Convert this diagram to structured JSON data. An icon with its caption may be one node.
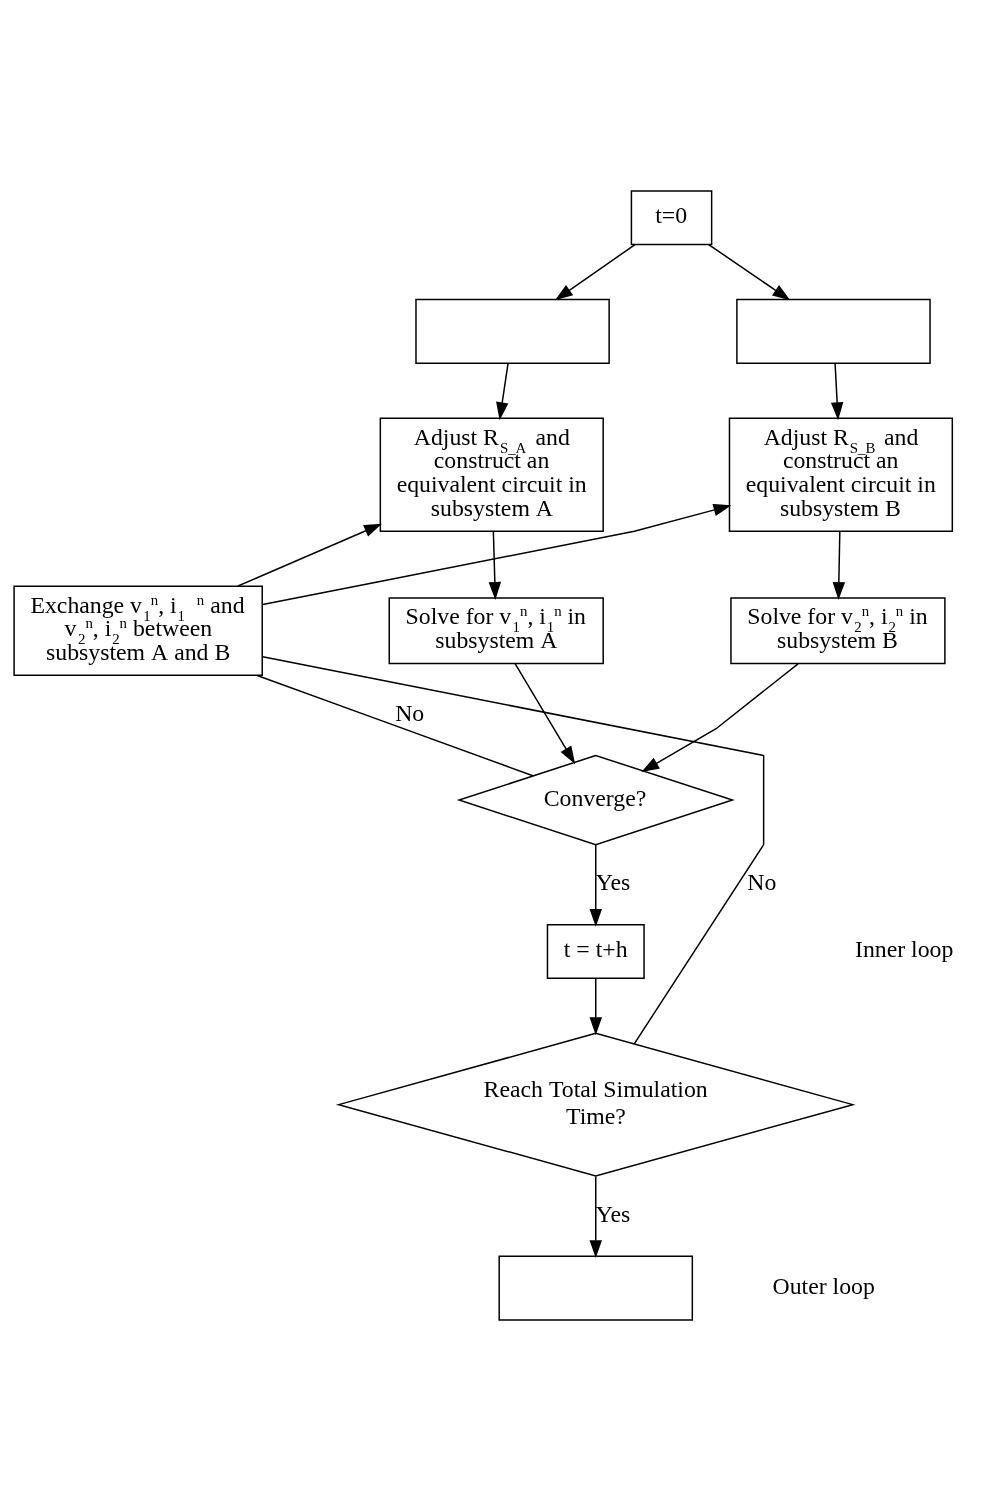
{
  "diagram": {
    "nodes": [
      {
        "text": [
          "t=0"
        ]
      },
      {
        "text": [],
        "shape": "box"
      },
      {
        "text": [],
        "shape": "box"
      },
      {
        "text": [
          "Adjust R$_{S_A}$ and construct an equivalent circuit in subsystem A"
        ]
      },
      {
        "text": [
          "Adjust R$_{S_B}$ and construct an equivalent circuit in subsystem B"
        ]
      },
      {
        "text": [
          "Solve for v$_{1}$$^{n}$, i$_{1}$$^{n}$ in subsystem A"
        ]
      },
      {
        "text": [
          "Solve for v$_{2}$$^{n}$, i$_{2}$$^{n}$ in subsystem B"
        ]
      },
      {
        "text": [
          "Exchange v$_{1}$$^{n}$, i$_{1}$ $^{n}$ and v$_{2}$$^{n}$, i$_{2}$$^{n}$ between subsystem A and B"
        ]
      },
      {
        "text": [
          "Converge?"
        ]
      },
      {
        "text": [
          "t = t+h"
        ]
      },
      {
        "text": [
          "Reach Total Simulation Time?"
        ]
      },
      {
        "text": [],
        "shape": "box"
      }
    ],
    "edges": [
      {
        "from": 0,
        "to": 1,
        "arrow": "to"
      },
      {
        "from": 0,
        "to": 2,
        "arrow": "to"
      },
      {
        "from": 1,
        "to": 3,
        "arrow": "to"
      },
      {
        "from": 2,
        "to": 4,
        "arrow": "to"
      },
      {
        "from": 3,
        "to": 5,
        "arrow": "to"
      },
      {
        "from": 4,
        "to": 6,
        "arrow": "to"
      },
      {
        "from": 5,
        "to": 8,
        "arrow": "to"
      },
      {
        "from": 6,
        "to": 8,
        "arrow": "to"
      },
      {
        "from": 8,
        "to": 7,
        "arrow": "none",
        "label": "No"
      },
      {
        "from": 7,
        "to": 3,
        "arrow": "to"
      },
      {
        "from": 7,
        "to": 4,
        "arrow": "to"
      },
      {
        "from": 8,
        "to": 9,
        "arrow": "to",
        "label": "Yes"
      },
      {
        "from": 9,
        "to": 10,
        "arrow": "to"
      },
      {
        "from": 10,
        "to": 7,
        "arrow": "none",
        "label": "No"
      },
      {
        "from": 10,
        "to": 11,
        "arrow": "to",
        "label": "Yes"
      }
    ],
    "labels": [
      "Inner loop",
      "Outer loop"
    ]
  }
}
